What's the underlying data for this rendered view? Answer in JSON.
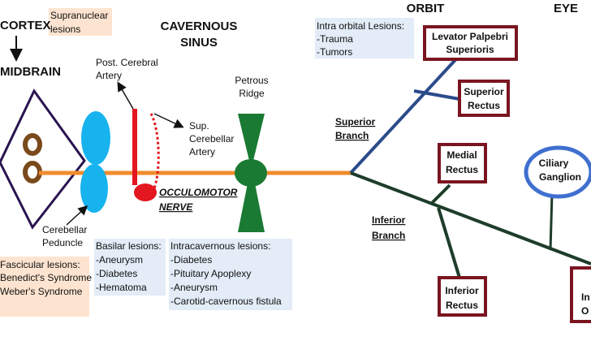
{
  "colors": {
    "nerve": "#f28a2e",
    "branch": "#2b4b8a",
    "box_border": "#7a1520",
    "artery": "#e3171f",
    "peduncle": "#17b3ee",
    "nucleus": "#7a4a1c",
    "ridge": "#1a7a33",
    "diamond": "#2a1450",
    "ganglion": "#3f6fcf",
    "note_peach": "#fde4d0",
    "note_blue": "#e3ecf7"
  },
  "headers": {
    "cortex": "CORTEX",
    "midbrain": "MIDBRAIN",
    "cavernous_line1": "CAVERNOUS",
    "cavernous_line2": "SINUS",
    "orbit": "ORBIT",
    "eye": "EYE"
  },
  "supranuclear": [
    "Supranuclear",
    "lesions"
  ],
  "labels": {
    "post_cerebral": [
      "Post. Cerebral",
      "Artery"
    ],
    "sup_cerebellar": [
      "Sup.",
      "Cerebellar",
      "Artery"
    ],
    "petrous": [
      "Petrous",
      "Ridge"
    ],
    "cerebellar_peduncle": [
      "Cerebellar",
      "Peduncle"
    ],
    "occulomotor": [
      "OCCULOMOTOR",
      "NERVE"
    ],
    "superior_branch": [
      "Superior",
      "Branch"
    ],
    "inferior_branch": [
      "Inferior",
      "Branch"
    ]
  },
  "intraorbital": [
    "Intra orbital Lesions:",
    "-Trauma",
    "-Tumors"
  ],
  "boxes": {
    "levator": [
      "Levator Palpebri",
      "Superioris"
    ],
    "superior_rectus": [
      "Superior",
      "Rectus"
    ],
    "medial_rectus": [
      "Medial",
      "Rectus"
    ],
    "inferior_rectus": [
      "Inferior",
      "Rectus"
    ],
    "inferior_oblique": [
      "In",
      "O"
    ]
  },
  "ciliary": [
    "Ciliary",
    "Ganglion"
  ],
  "fascicular": [
    "Fascicular lesions:",
    "Benedict's Syndrome",
    "Weber's Syndrome"
  ],
  "basilar": [
    "Basilar lesions:",
    "-Aneurysm",
    "-Diabetes",
    "-Hematoma"
  ],
  "intracavernous": [
    "Intracavernous lesions:",
    "-Diabetes",
    "-Pituitary Apoplexy",
    "-Aneurysm",
    "-Carotid-cavernous fistula"
  ]
}
